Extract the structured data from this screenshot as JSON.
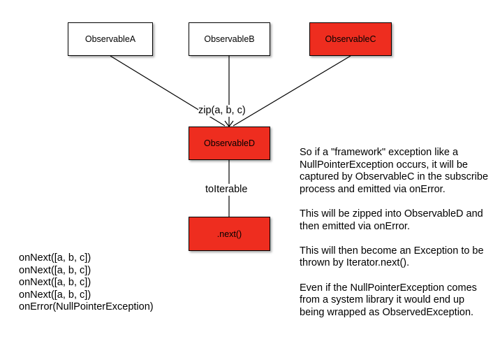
{
  "nodes": {
    "a": {
      "label": "ObservableA",
      "fill": "#ffffff"
    },
    "b": {
      "label": "ObservableB",
      "fill": "#ffffff"
    },
    "c": {
      "label": "ObservableC",
      "fill": "#ee2d1f"
    },
    "d": {
      "label": "ObservableD",
      "fill": "#ee2d1f"
    },
    "next": {
      "label": ".next()",
      "fill": "#ee2d1f"
    }
  },
  "edges": {
    "zip_label": "zip(a, b, c)",
    "iterable_label": "toIterable"
  },
  "log_lines": [
    "onNext([a, b, c])",
    "onNext([a, b, c])",
    "onNext([a, b, c])",
    "onNext([a, b, c])",
    "onError(NullPointerException)"
  ],
  "notes": [
    "So if a \"framework\" exception like a NullPointerException occurs, it will be captured by ObservableC in the subscribe process and emitted via onError.",
    "This will be zipped into ObservableD and then emitted via onError.",
    "This will then become an Exception to be thrown by Iterator.next().",
    "Even if the NullPointerException comes from a system library it would end up being wrapped as ObservedException."
  ]
}
